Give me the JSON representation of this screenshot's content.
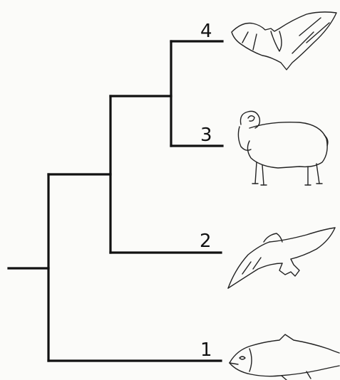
{
  "tree": {
    "leaves": [
      {
        "label": "4",
        "icon": "bat-icon"
      },
      {
        "label": "3",
        "icon": "sheep-icon"
      },
      {
        "label": "2",
        "icon": "bird-icon"
      },
      {
        "label": "1",
        "icon": "fish-icon"
      }
    ]
  },
  "colors": {
    "line": "#111111",
    "background": "#fbfbf9"
  }
}
